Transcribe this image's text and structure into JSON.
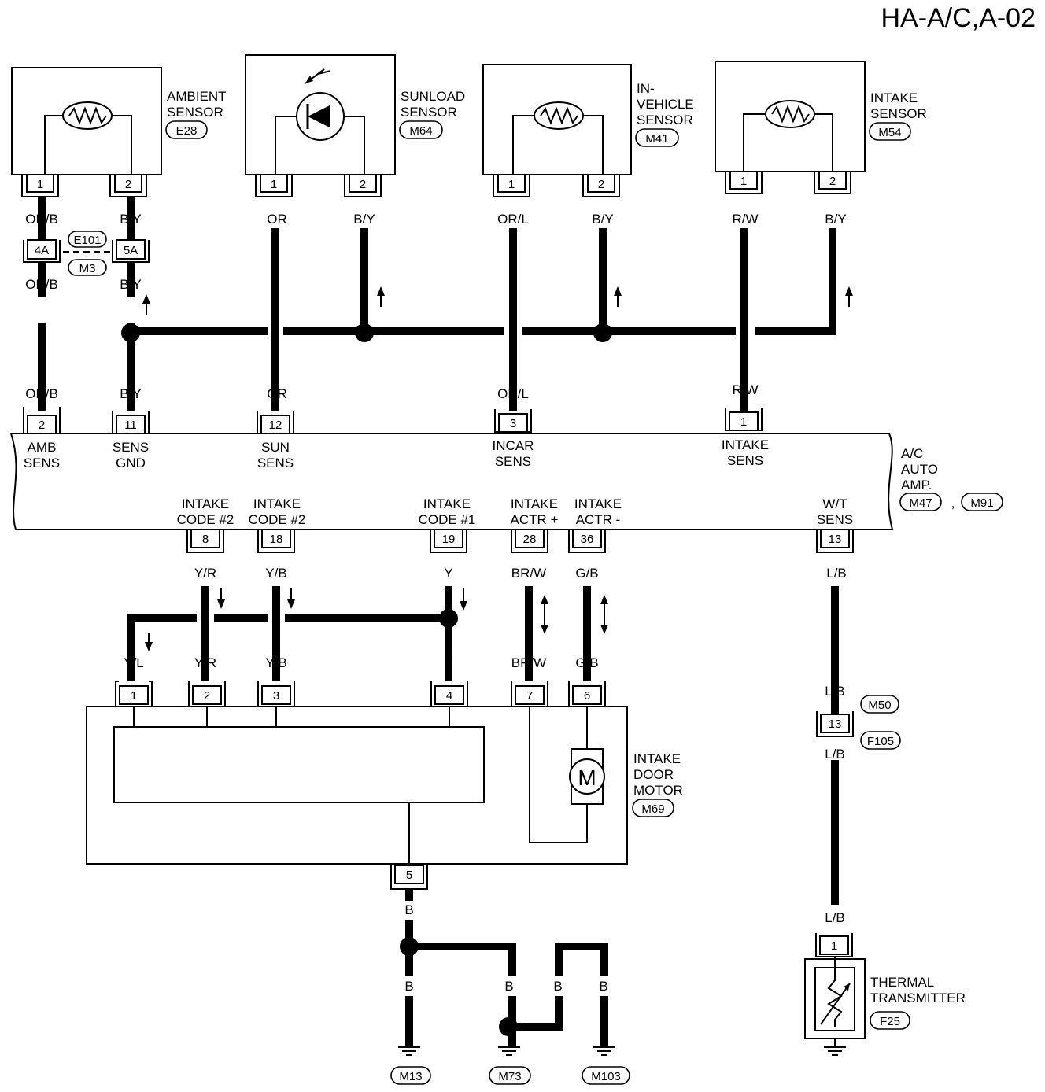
{
  "page_code": "HA-A/C,A-02",
  "components": {
    "ambient": {
      "line1": "AMBIENT",
      "line2": "SENSOR",
      "conn": "E28",
      "pin1": "1",
      "pin2": "2"
    },
    "sunload": {
      "line1": "SUNLOAD",
      "line2": "SENSOR",
      "conn": "M64",
      "pin1": "1",
      "pin2": "2"
    },
    "invehicle": {
      "line1": "IN-",
      "line2": "VEHICLE",
      "line3": "SENSOR",
      "conn": "M41",
      "pin1": "1",
      "pin2": "2"
    },
    "intake": {
      "line1": "INTAKE",
      "line2": "SENSOR",
      "conn": "M54",
      "pin1": "1",
      "pin2": "2"
    },
    "amp": {
      "line1": "A/C",
      "line2": "AUTO",
      "line3": "AMP.",
      "conn1": "M47",
      "sep": ",",
      "conn2": "M91"
    },
    "motor": {
      "line1": "INTAKE",
      "line2": "DOOR",
      "line3": "MOTOR",
      "conn": "M69",
      "symbol": "M"
    },
    "thermal": {
      "line1": "THERMAL",
      "line2": "TRANSMITTER",
      "conn": "F25",
      "pin": "1"
    }
  },
  "joint": {
    "ambient_left": "4A",
    "ambient_right": "5A",
    "conn_top": "E101",
    "conn_bottom": "M3"
  },
  "joint2": {
    "pin": "13",
    "conn_top": "M50",
    "conn_bottom": "F105"
  },
  "wires": {
    "or_b": "OR/B",
    "b_y": "B/Y",
    "or": "OR",
    "or_l": "OR/L",
    "r_w": "R/W",
    "y_r": "Y/R",
    "y_b": "Y/B",
    "y": "Y",
    "br_w": "BR/W",
    "g_b": "G/B",
    "y_l": "Y/L",
    "l_b": "L/B",
    "b": "B"
  },
  "amp_pins_top": [
    {
      "pin": "2",
      "l1": "AMB",
      "l2": "SENS"
    },
    {
      "pin": "11",
      "l1": "SENS",
      "l2": "GND"
    },
    {
      "pin": "12",
      "l1": "SUN",
      "l2": "SENS"
    },
    {
      "pin": "3",
      "l1": "INCAR",
      "l2": "SENS"
    },
    {
      "pin": "1",
      "l1": "INTAKE",
      "l2": "SENS"
    }
  ],
  "amp_pins_bottom": [
    {
      "pin": "8",
      "l1": "INTAKE",
      "l2": "CODE #2"
    },
    {
      "pin": "18",
      "l1": "INTAKE",
      "l2": "CODE #2"
    },
    {
      "pin": "19",
      "l1": "INTAKE",
      "l2": "CODE #1"
    },
    {
      "pin": "28",
      "l1": "INTAKE",
      "l2": "ACTR +"
    },
    {
      "pin": "36",
      "l1": "INTAKE",
      "l2": "ACTR -"
    },
    {
      "pin": "13",
      "l1": "W/T",
      "l2": "SENS"
    }
  ],
  "motor_pins": [
    "1",
    "2",
    "3",
    "4",
    "7",
    "6",
    "5"
  ],
  "grounds": [
    "M13",
    "M73",
    "M103"
  ]
}
